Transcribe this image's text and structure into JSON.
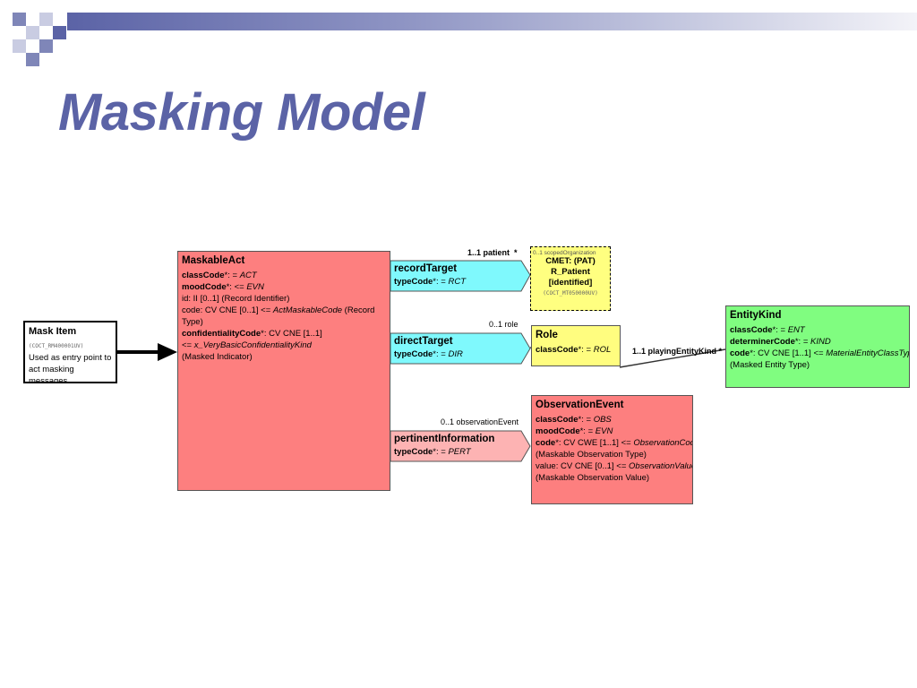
{
  "slide": {
    "title": "Masking Model"
  },
  "colors": {
    "title": "#5b63a6",
    "act": "#fd7f7f",
    "participation": "#7ff9fd",
    "role": "#fffd7f",
    "entity": "#80fd80",
    "pertinent": "#fdb3b3",
    "cmet": "#ffff80"
  },
  "diagram": {
    "mask_item": {
      "name": "Mask Item",
      "id": "(COCT_RM400001UV)",
      "desc1": "Used as entry point to",
      "desc2": "act masking messages."
    },
    "maskable_act": {
      "name": "MaskableAct",
      "class_code_label": "classCode",
      "class_code_suffix": "*: = ",
      "class_code_value": "ACT",
      "mood_code_label": "moodCode",
      "mood_code_suffix": "*: <= ",
      "mood_code_value": "EVN",
      "id_line": "id: II [0..1] (Record Identifier)",
      "code_prefix": "code: CV CNE [0..1] <= ",
      "code_value": "ActMaskableCode",
      "code_suffix": " (Record Type)",
      "conf_label": "confidentialityCode",
      "conf_suffix": "*: CV CNE [1..1]",
      "conf_prefix2": " <= ",
      "conf_value": "x_VeryBasicConfidentialityKind",
      "conf_note": " (Masked Indicator)"
    },
    "record_target": {
      "name": "recordTarget",
      "type_label": "typeCode",
      "type_suffix": "*: = ",
      "type_value": "RCT",
      "assoc_label": "1..1 patient",
      "assoc_star": "*"
    },
    "cmet": {
      "overlay": "0..1 scopedOrganization",
      "line1": "CMET: (PAT)",
      "line2": "R_Patient",
      "line3": "[identified]",
      "id": "(COCT_MT050000UV)"
    },
    "direct_target": {
      "name": "directTarget",
      "type_label": "typeCode",
      "type_suffix": "*: = ",
      "type_value": "DIR",
      "assoc_label": "0..1 role"
    },
    "role": {
      "name": "Role",
      "class_code_label": "classCode",
      "class_code_suffix": "*: = ",
      "class_code_value": "ROL",
      "assoc_label": "1..1 playingEntityKind",
      "assoc_star": "*"
    },
    "entity_kind": {
      "name": "EntityKind",
      "class_code_label": "classCode",
      "class_code_suffix": "*: = ",
      "class_code_value": "ENT",
      "det_label": "determinerCode",
      "det_suffix": "*: = ",
      "det_value": "KIND",
      "code_label": "code",
      "code_suffix": "*: CV CNE [1..1] <= ",
      "code_value": "MaterialEntityClassType",
      "note": " (Masked Entity Type)"
    },
    "pertinent_information": {
      "name": "pertinentInformation",
      "type_label": "typeCode",
      "type_suffix": "*: = ",
      "type_value": "PERT",
      "assoc_label": "0..1 observationEvent"
    },
    "observation_event": {
      "name": "ObservationEvent",
      "class_code_label": "classCode",
      "class_code_suffix": "*: = ",
      "class_code_value": "OBS",
      "mood_code_label": "moodCode",
      "mood_code_suffix": "*: = ",
      "mood_code_value": "EVN",
      "code_label": "code",
      "code_suffix": "*: CV CWE [1..1] <= ",
      "code_value": "ObservationCode",
      "code_note": " (Maskable Observation Type)",
      "value_prefix": "value: CV CNE [0..1] <= ",
      "value_value": "ObservationValue",
      "value_note": " (Maskable Observation Value)"
    }
  }
}
